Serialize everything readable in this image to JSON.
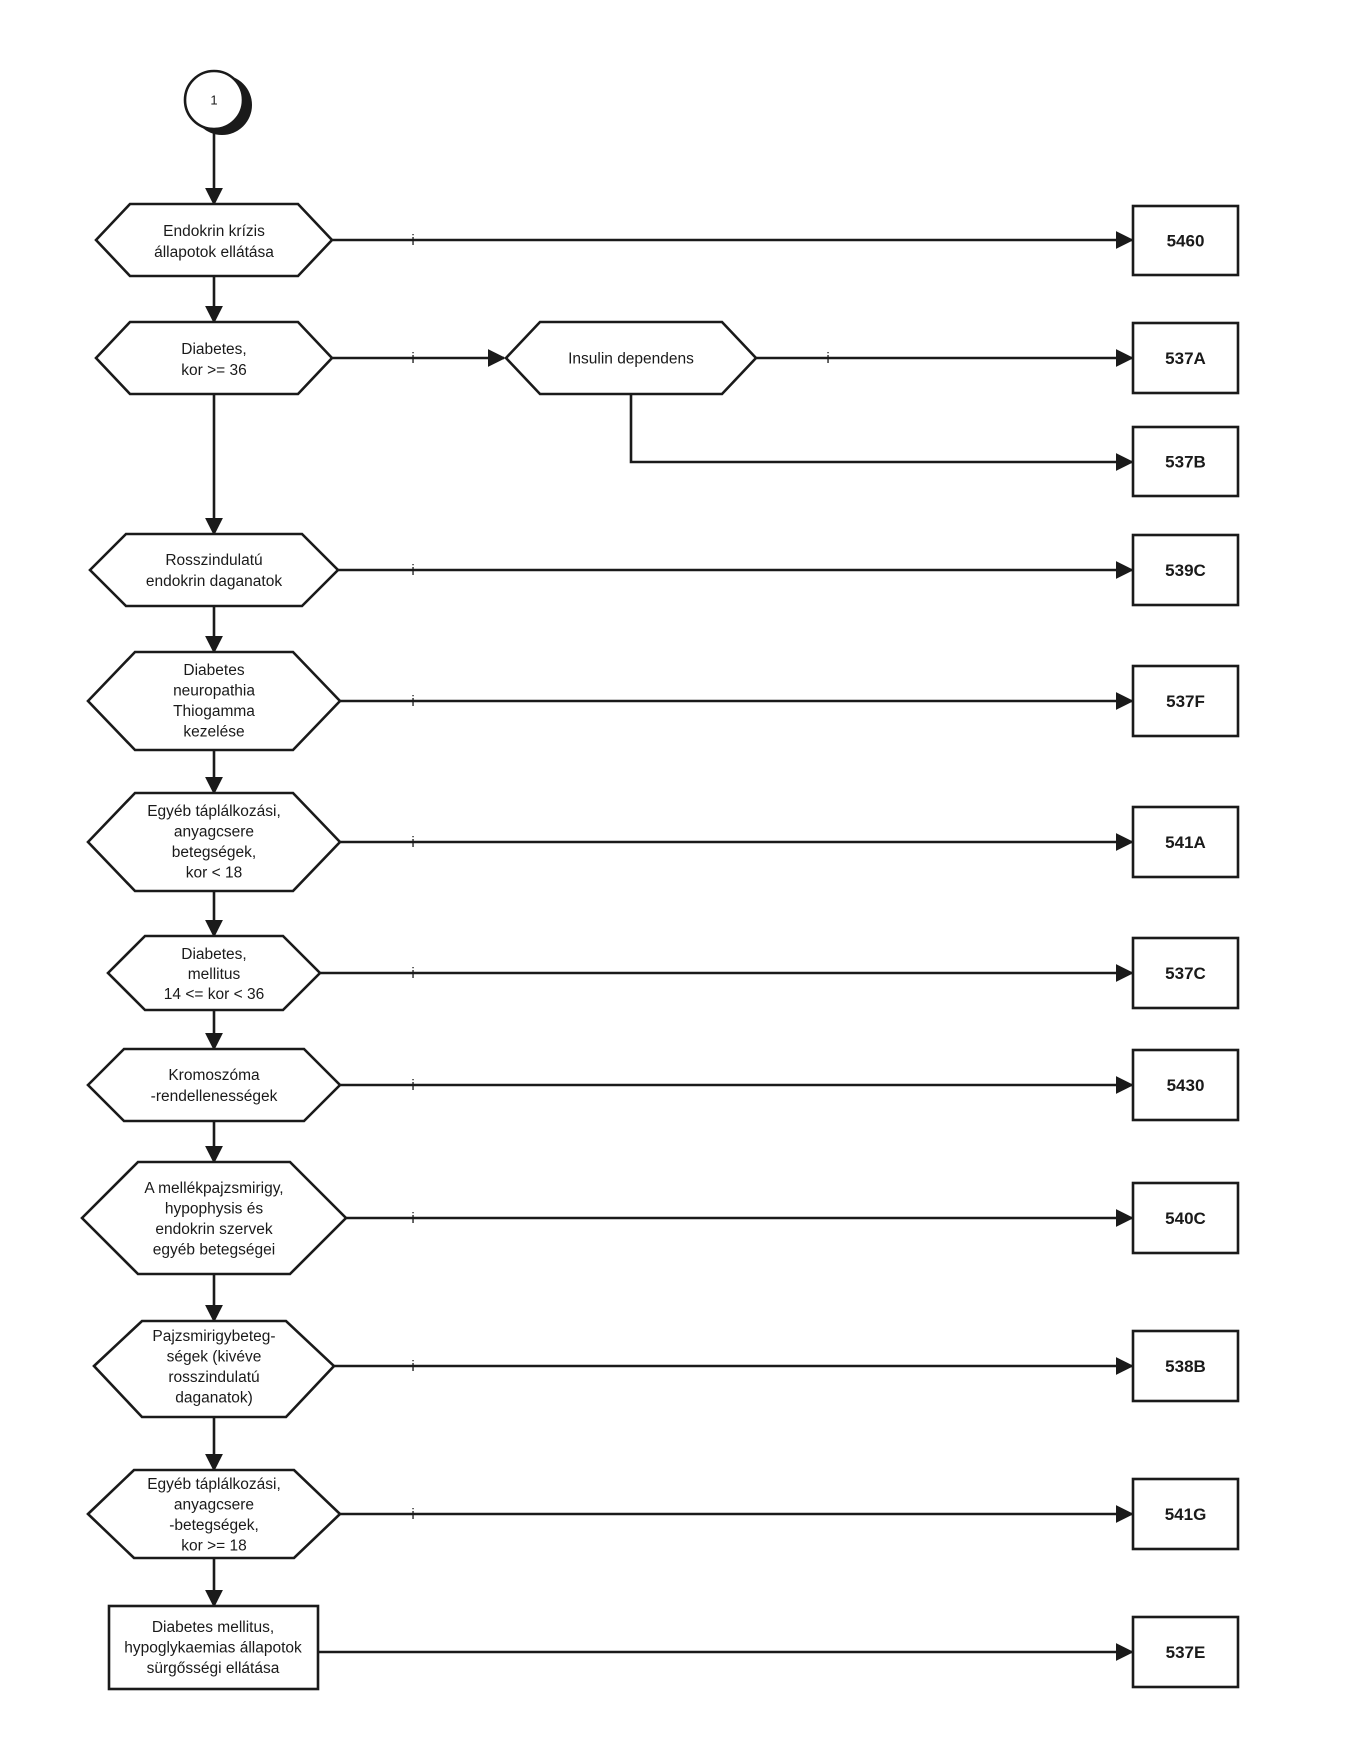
{
  "start": {
    "label": "1"
  },
  "yes_mark": "i",
  "decisions": [
    {
      "id": "d1",
      "lines": [
        "Endokrin krízis",
        "állapotok ellátása"
      ],
      "target": "5460"
    },
    {
      "id": "d2",
      "lines": [
        "Diabetes,",
        "kor >= 36"
      ],
      "target": "d2b"
    },
    {
      "id": "d2b",
      "lines": [
        "Insulin dependens"
      ],
      "target": "537A",
      "else_target": "537B"
    },
    {
      "id": "d3",
      "lines": [
        "Rosszindulatú",
        "endokrin daganatok"
      ],
      "target": "539C"
    },
    {
      "id": "d4",
      "lines": [
        "Diabetes",
        "neuropathia",
        "Thiogamma",
        "kezelése"
      ],
      "target": "537F"
    },
    {
      "id": "d5",
      "lines": [
        "Egyéb táplálkozási,",
        "anyagcsere",
        "betegségek,",
        "kor < 18"
      ],
      "target": "541A"
    },
    {
      "id": "d6",
      "lines": [
        "Diabetes,",
        "mellitus",
        "14 <= kor < 36"
      ],
      "target": "537C"
    },
    {
      "id": "d7",
      "lines": [
        "Kromoszóma",
        "-rendellenességek"
      ],
      "target": "5430"
    },
    {
      "id": "d8",
      "lines": [
        "A mellékpajzsmirigy,",
        "hypophysis és",
        "endokrin szervek",
        "egyéb betegségei"
      ],
      "target": "540C"
    },
    {
      "id": "d9",
      "lines": [
        "Pajzsmirigybeteg-",
        "ségek (kivéve",
        "rosszindulatú",
        "daganatok)"
      ],
      "target": "538B"
    },
    {
      "id": "d10",
      "lines": [
        "Egyéb táplálkozási,",
        "anyagcsere",
        "-betegségek,",
        "kor >= 18"
      ],
      "target": "541G"
    }
  ],
  "final_process": {
    "lines": [
      "Diabetes mellitus,",
      "hypoglykaemias állapotok",
      "sürgősségi ellátása"
    ],
    "target": "537E"
  },
  "outcomes": [
    "5460",
    "537A",
    "537B",
    "539C",
    "537F",
    "541A",
    "537C",
    "5430",
    "540C",
    "538B",
    "541G",
    "537E"
  ]
}
